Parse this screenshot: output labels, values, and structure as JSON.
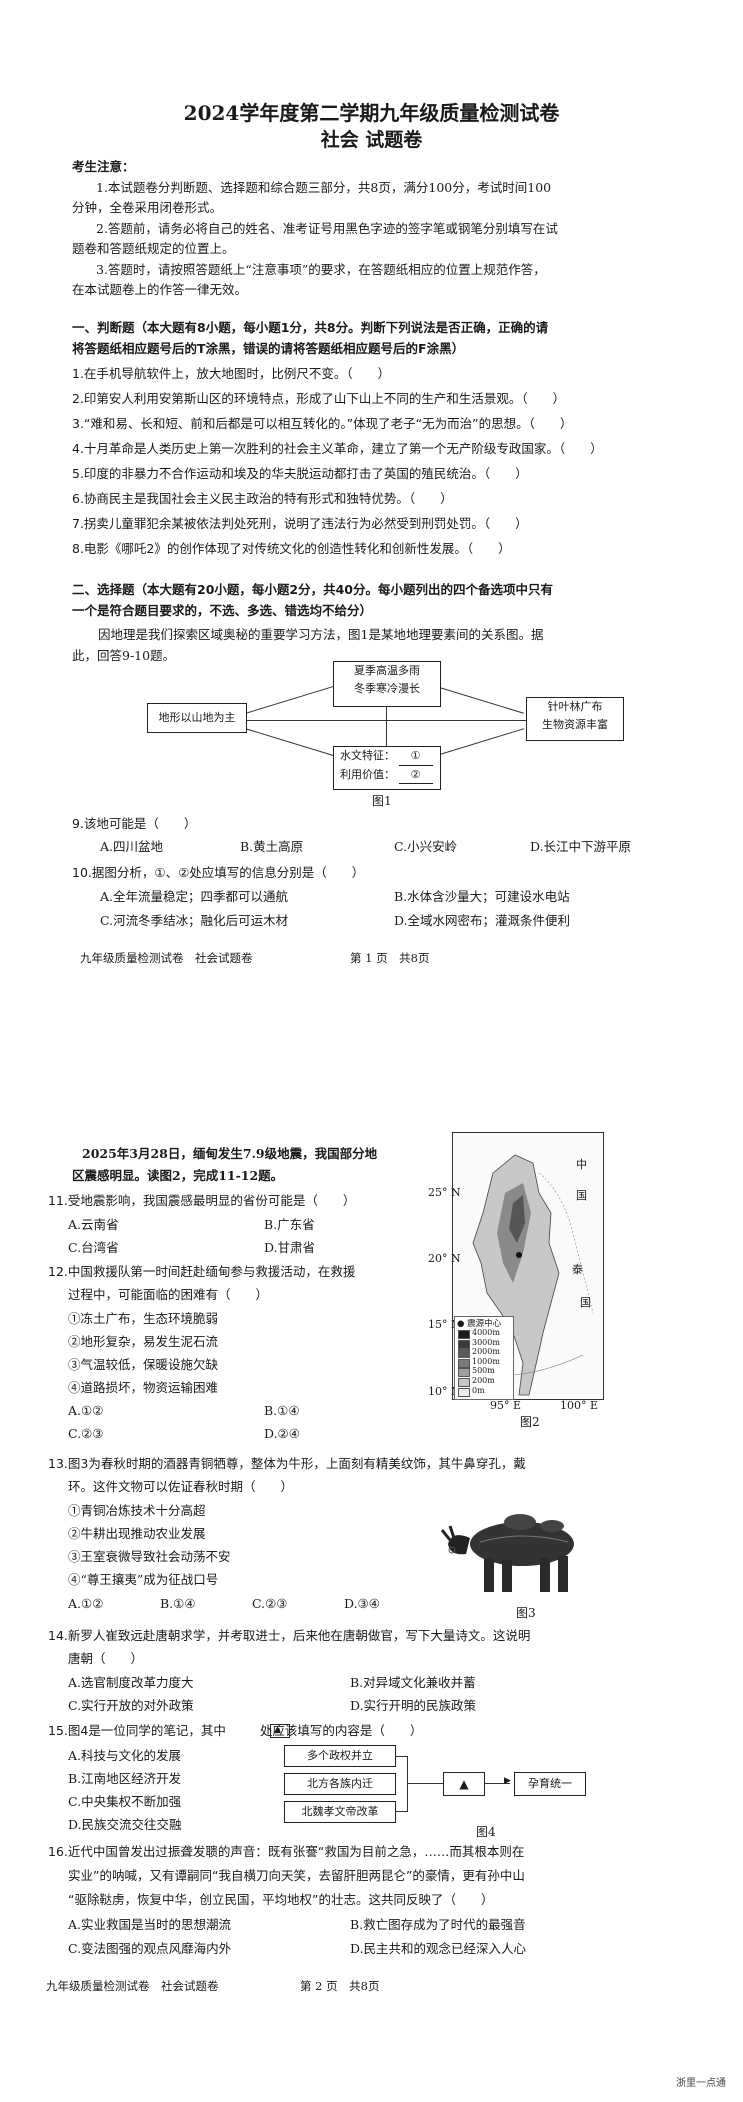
{
  "page1": {
    "title": "2024学年度第二学期九年级质量检测试卷",
    "subtitle": "社会 试题卷",
    "notice_title": "考生注意：",
    "notice": [
      "1.本试题卷分判断题、选择题和综合题三部分，共8页，满分100分，考试时间100",
      "分钟，全卷采用闭卷形式。",
      "2.答题前，请务必将自己的姓名、准考证号用黑色字迹的签字笔或钢笔分别填写在试",
      "题卷和答题纸规定的位置上。",
      "3.答题时，请按照答题纸上“注意事项”的要求，在答题纸相应的位置上规范作答，",
      "在本试题卷上的作答一律无效。"
    ],
    "section1": {
      "header": [
        "一、判断题（本大题有8小题，每小题1分，共8分。判断下列说法是否正确，正确的请",
        "将答题纸相应题号后的T涂黑，错误的请将答题纸相应题号后的F涂黑）"
      ],
      "items": [
        "1.在手机导航软件上，放大地图时，比例尺不变。（　　）",
        "2.印第安人利用安第斯山区的环境特点，形成了山下山上不同的生产和生活景观。（　　）",
        "3.“难和易、长和短、前和后都是可以相互转化的。”体现了老子“无为而治”的思想。（　　）",
        "4.十月革命是人类历史上第一次胜利的社会主义革命，建立了第一个无产阶级专政国家。（　　）",
        "5.印度的非暴力不合作运动和埃及的华夫脱运动都打击了英国的殖民统治。（　　）",
        "6.协商民主是我国社会主义民主政治的特有形式和独特优势。（　　）",
        "7.拐卖儿童罪犯余某被依法判处死刑，说明了违法行为必然受到刑罚处罚。（　　）",
        "8.电影《哪吒2》的创作体现了对传统文化的创造性转化和创新性发展。（　　）"
      ]
    },
    "section2": {
      "header": [
        "二、选择题（本大题有20小题，每小题2分，共40分。每小题列出的四个备选项中只有",
        "一个是符合题目要求的，不选、多选、错选均不给分）"
      ],
      "intro": [
        "因地理是我们探索区域奥秘的重要学习方法，图1是某地地理要素间的关系图。据",
        "此，回答9-10题。"
      ]
    },
    "figure1": {
      "top_box": [
        "夏季高温多雨",
        "冬季寒冷漫长"
      ],
      "left_box": "地形以山地为主",
      "right_box": [
        "针叶林广布",
        "生物资源丰富"
      ],
      "bottom_box": [
        "水文特征：",
        "利用价值："
      ],
      "markers": [
        "①",
        "②"
      ],
      "caption": "图1"
    },
    "q9": {
      "stem": "9.该地可能是（　　）",
      "options": [
        "A.四川盆地",
        "B.黄土高原",
        "C.小兴安岭",
        "D.长江中下游平原"
      ]
    },
    "q10": {
      "stem": "10.据图分析，①、②处应填写的信息分别是（　　）",
      "options": [
        "A.全年流量稳定；四季都可以通航",
        "B.水体含沙量大；可建设水电站",
        "C.河流冬季结冰；融化后可运木材",
        "D.全域水网密布；灌溉条件便利"
      ]
    },
    "footer": "九年级质量检测试卷　社会试题卷",
    "page_no": "第 1 页　共8页"
  },
  "page2": {
    "intro": [
      "2025年3月28日，缅甸发生7.9级地震，我国部分地",
      "区震感明显。读图2，完成11-12题。"
    ],
    "q11": {
      "stem": "11.受地震影响，我国震感最明显的省份可能是（　　）",
      "options": [
        "A.云南省",
        "B.广东省",
        "C.台湾省",
        "D.甘肃省"
      ]
    },
    "q12": {
      "stem": [
        "12.中国救援队第一时间赶赴缅甸参与救援活动，在救援",
        "过程中，可能面临的困难有（　　）"
      ],
      "statements": [
        "①冻土广布，生态环境脆弱",
        "②地形复杂，易发生泥石流",
        "③气温较低，保暖设施欠缺",
        "④道路损坏，物资运输困难"
      ],
      "options": [
        "A.①②",
        "B.①④",
        "C.②③",
        "D.②④"
      ]
    },
    "figure2": {
      "labels": [
        "中",
        "国",
        "泰",
        "国"
      ],
      "lat_labels": [
        "25° N",
        "20° N",
        "15° N",
        "10° N"
      ],
      "lon_labels": [
        "95° E",
        "100° E"
      ],
      "legend_title": "震源中心",
      "legend_items": [
        "4000m",
        "3000m",
        "2000m",
        "1000m",
        "500m",
        "200m",
        "0m"
      ],
      "legend_colors": [
        "#1a1a1a",
        "#3a3a3a",
        "#5a5a5a",
        "#7c7c7c",
        "#a0a0a0",
        "#c6c6c6",
        "#ececec"
      ],
      "caption": "图2"
    },
    "q13": {
      "stem": [
        "13.图3为春秋时期的酒器青铜牺尊，整体为牛形，上面刻有精美纹饰，其牛鼻穿孔，戴",
        "环。这件文物可以佐证春秋时期（　　）"
      ],
      "statements": [
        "①青铜冶炼技术十分高超",
        "②牛耕出现推动农业发展",
        "③王室衰微导致社会动荡不安",
        "④“尊王攘夷”成为征战口号"
      ],
      "options": [
        "A.①②",
        "B.①④",
        "C.②③",
        "D.③④"
      ],
      "caption": "图3"
    },
    "q14": {
      "stem": [
        "14.新罗人崔致远赴唐朝求学，并考取进士，后来他在唐朝做官，写下大量诗文。这说明",
        "唐朝（　　）"
      ],
      "options": [
        "A.选官制度改革力度大",
        "B.对异域文化兼收并蓄",
        "C.实行开放的对外政策",
        "D.实行开明的民族政策"
      ]
    },
    "q15": {
      "stem_pre": "15.图4是一位同学的笔记，其中",
      "stem_post": "处应该填写的内容是（　　）",
      "options": [
        "A.科技与文化的发展",
        "B.江南地区经济开发",
        "C.中央集权不断加强",
        "D.民族交流交往交融"
      ],
      "boxes": [
        "多个政权并立",
        "北方各族内迁",
        "北魏孝文帝改革"
      ],
      "result": "孕育统一",
      "caption": "图4"
    },
    "q16": {
      "stem": [
        "16.近代中国曾发出过振聋发聩的声音：既有张謇“救国为目前之急，……而其根本则在",
        "实业”的呐喊，又有谭嗣同“我自横刀向天笑，去留肝胆两昆仑”的豪情，更有孙中山",
        "“驱除鞑虏，恢复中华，创立民国，平均地权”的壮志。这共同反映了（　　）"
      ],
      "options": [
        "A.实业救国是当时的思想潮流",
        "B.救亡图存成为了时代的最强音",
        "C.变法图强的观点风靡海内外",
        "D.民主共和的观念已经深入人心"
      ]
    },
    "footer": "九年级质量检测试卷　社会试题卷",
    "page_no": "第 2 页　共8页"
  },
  "watermark": "浙里一点通"
}
